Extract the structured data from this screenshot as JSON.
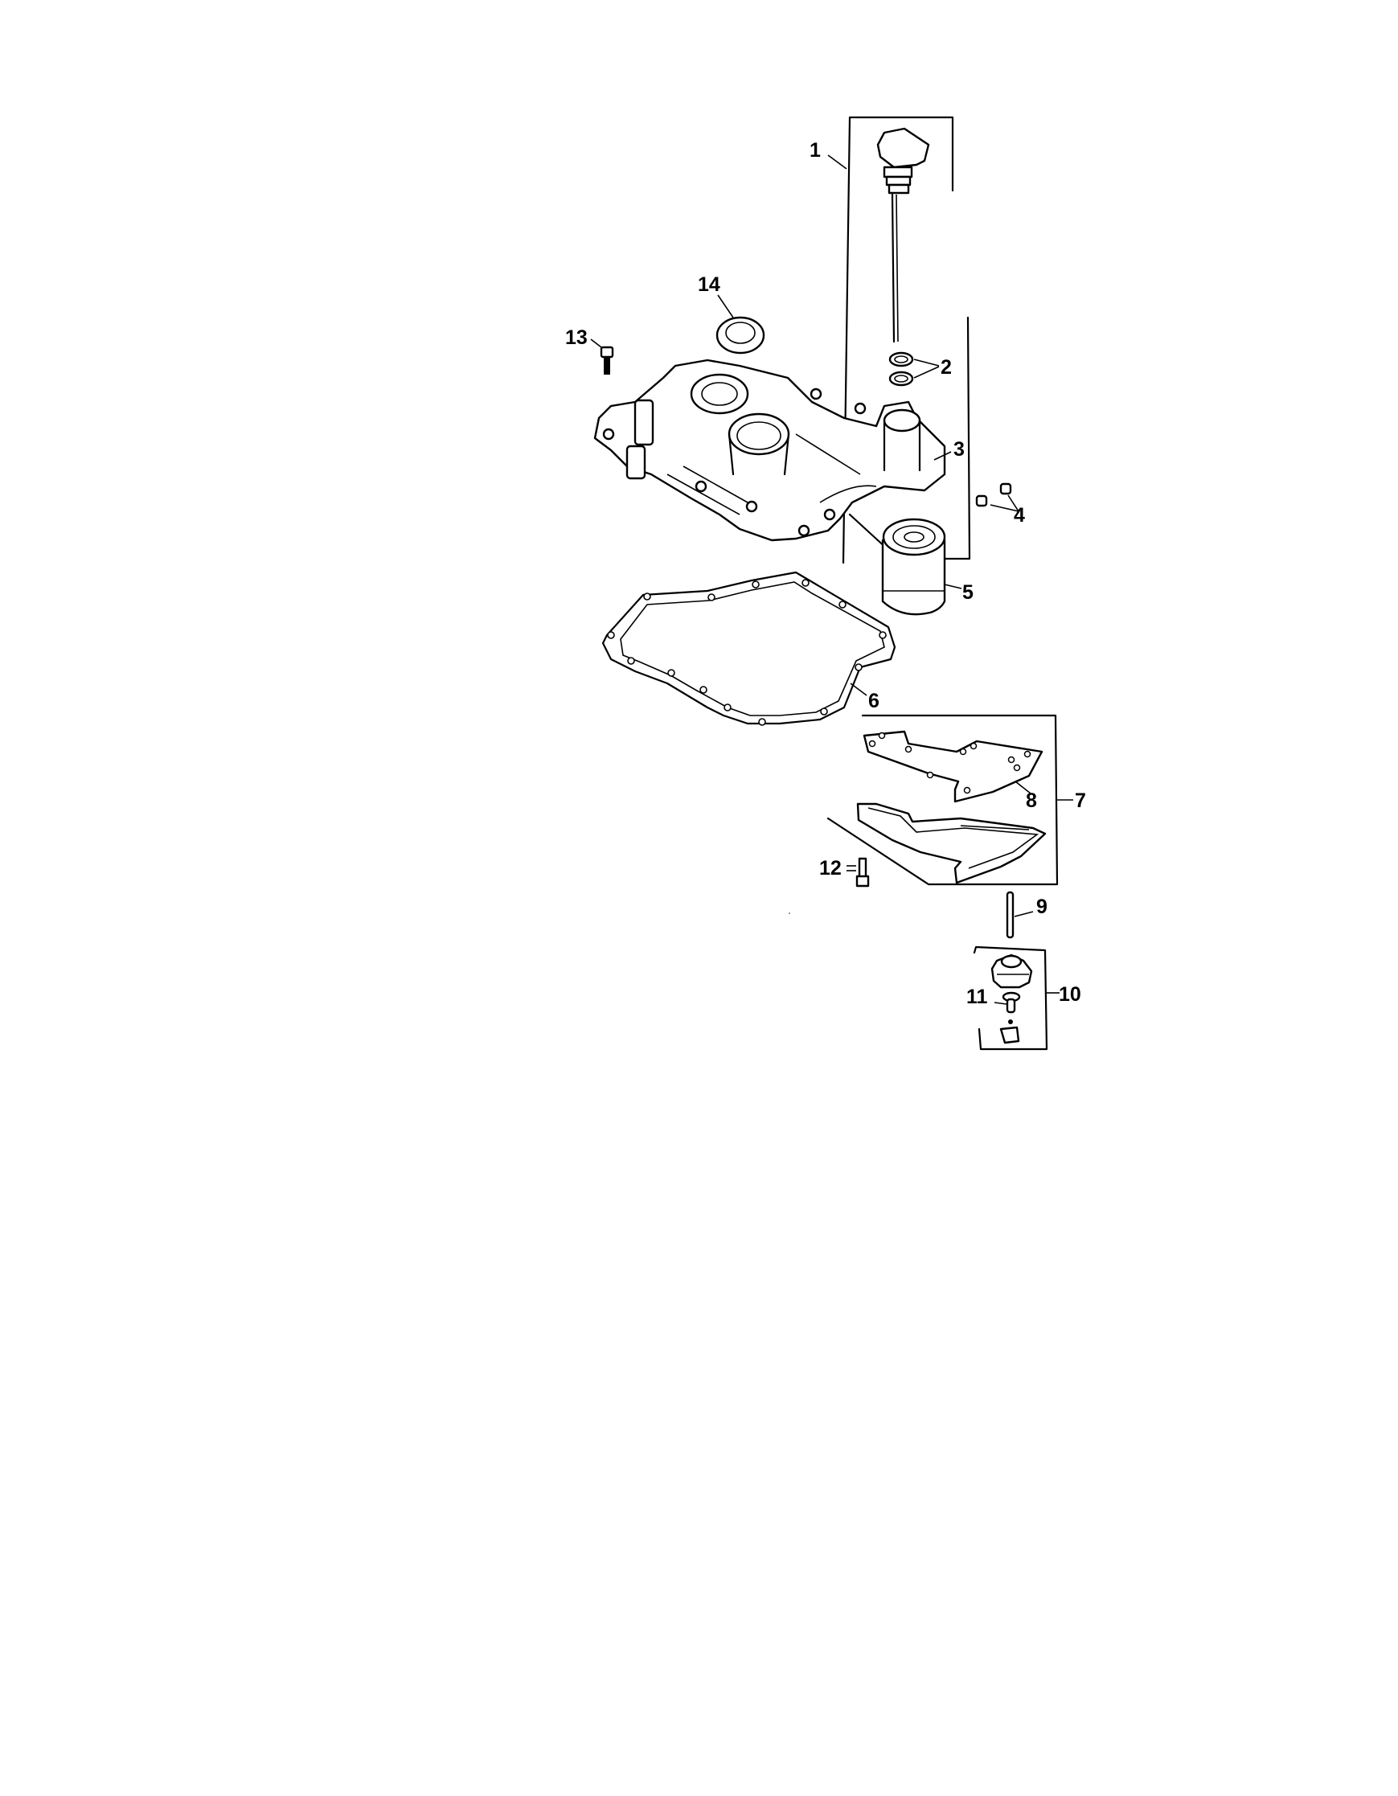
{
  "diagram": {
    "type": "exploded parts diagram",
    "background_color": "#ffffff",
    "line_color": "#000000",
    "callouts": [
      {
        "number": "1",
        "part": "dipstick-assembly"
      },
      {
        "number": "2",
        "part": "o-rings"
      },
      {
        "number": "3",
        "part": "closure-plate"
      },
      {
        "number": "4",
        "part": "plugs"
      },
      {
        "number": "5",
        "part": "oil-filter"
      },
      {
        "number": "6",
        "part": "closure-plate-gasket"
      },
      {
        "number": "7",
        "part": "gasket-kit"
      },
      {
        "number": "8",
        "part": "plate-gasket"
      },
      {
        "number": "9",
        "part": "shaft-pin"
      },
      {
        "number": "10",
        "part": "oil-pump-assembly"
      },
      {
        "number": "11",
        "part": "pump-pin"
      },
      {
        "number": "12",
        "part": "bolt-qty"
      },
      {
        "number": "13",
        "part": "bolt"
      },
      {
        "number": "14",
        "part": "oil-seal"
      }
    ]
  }
}
